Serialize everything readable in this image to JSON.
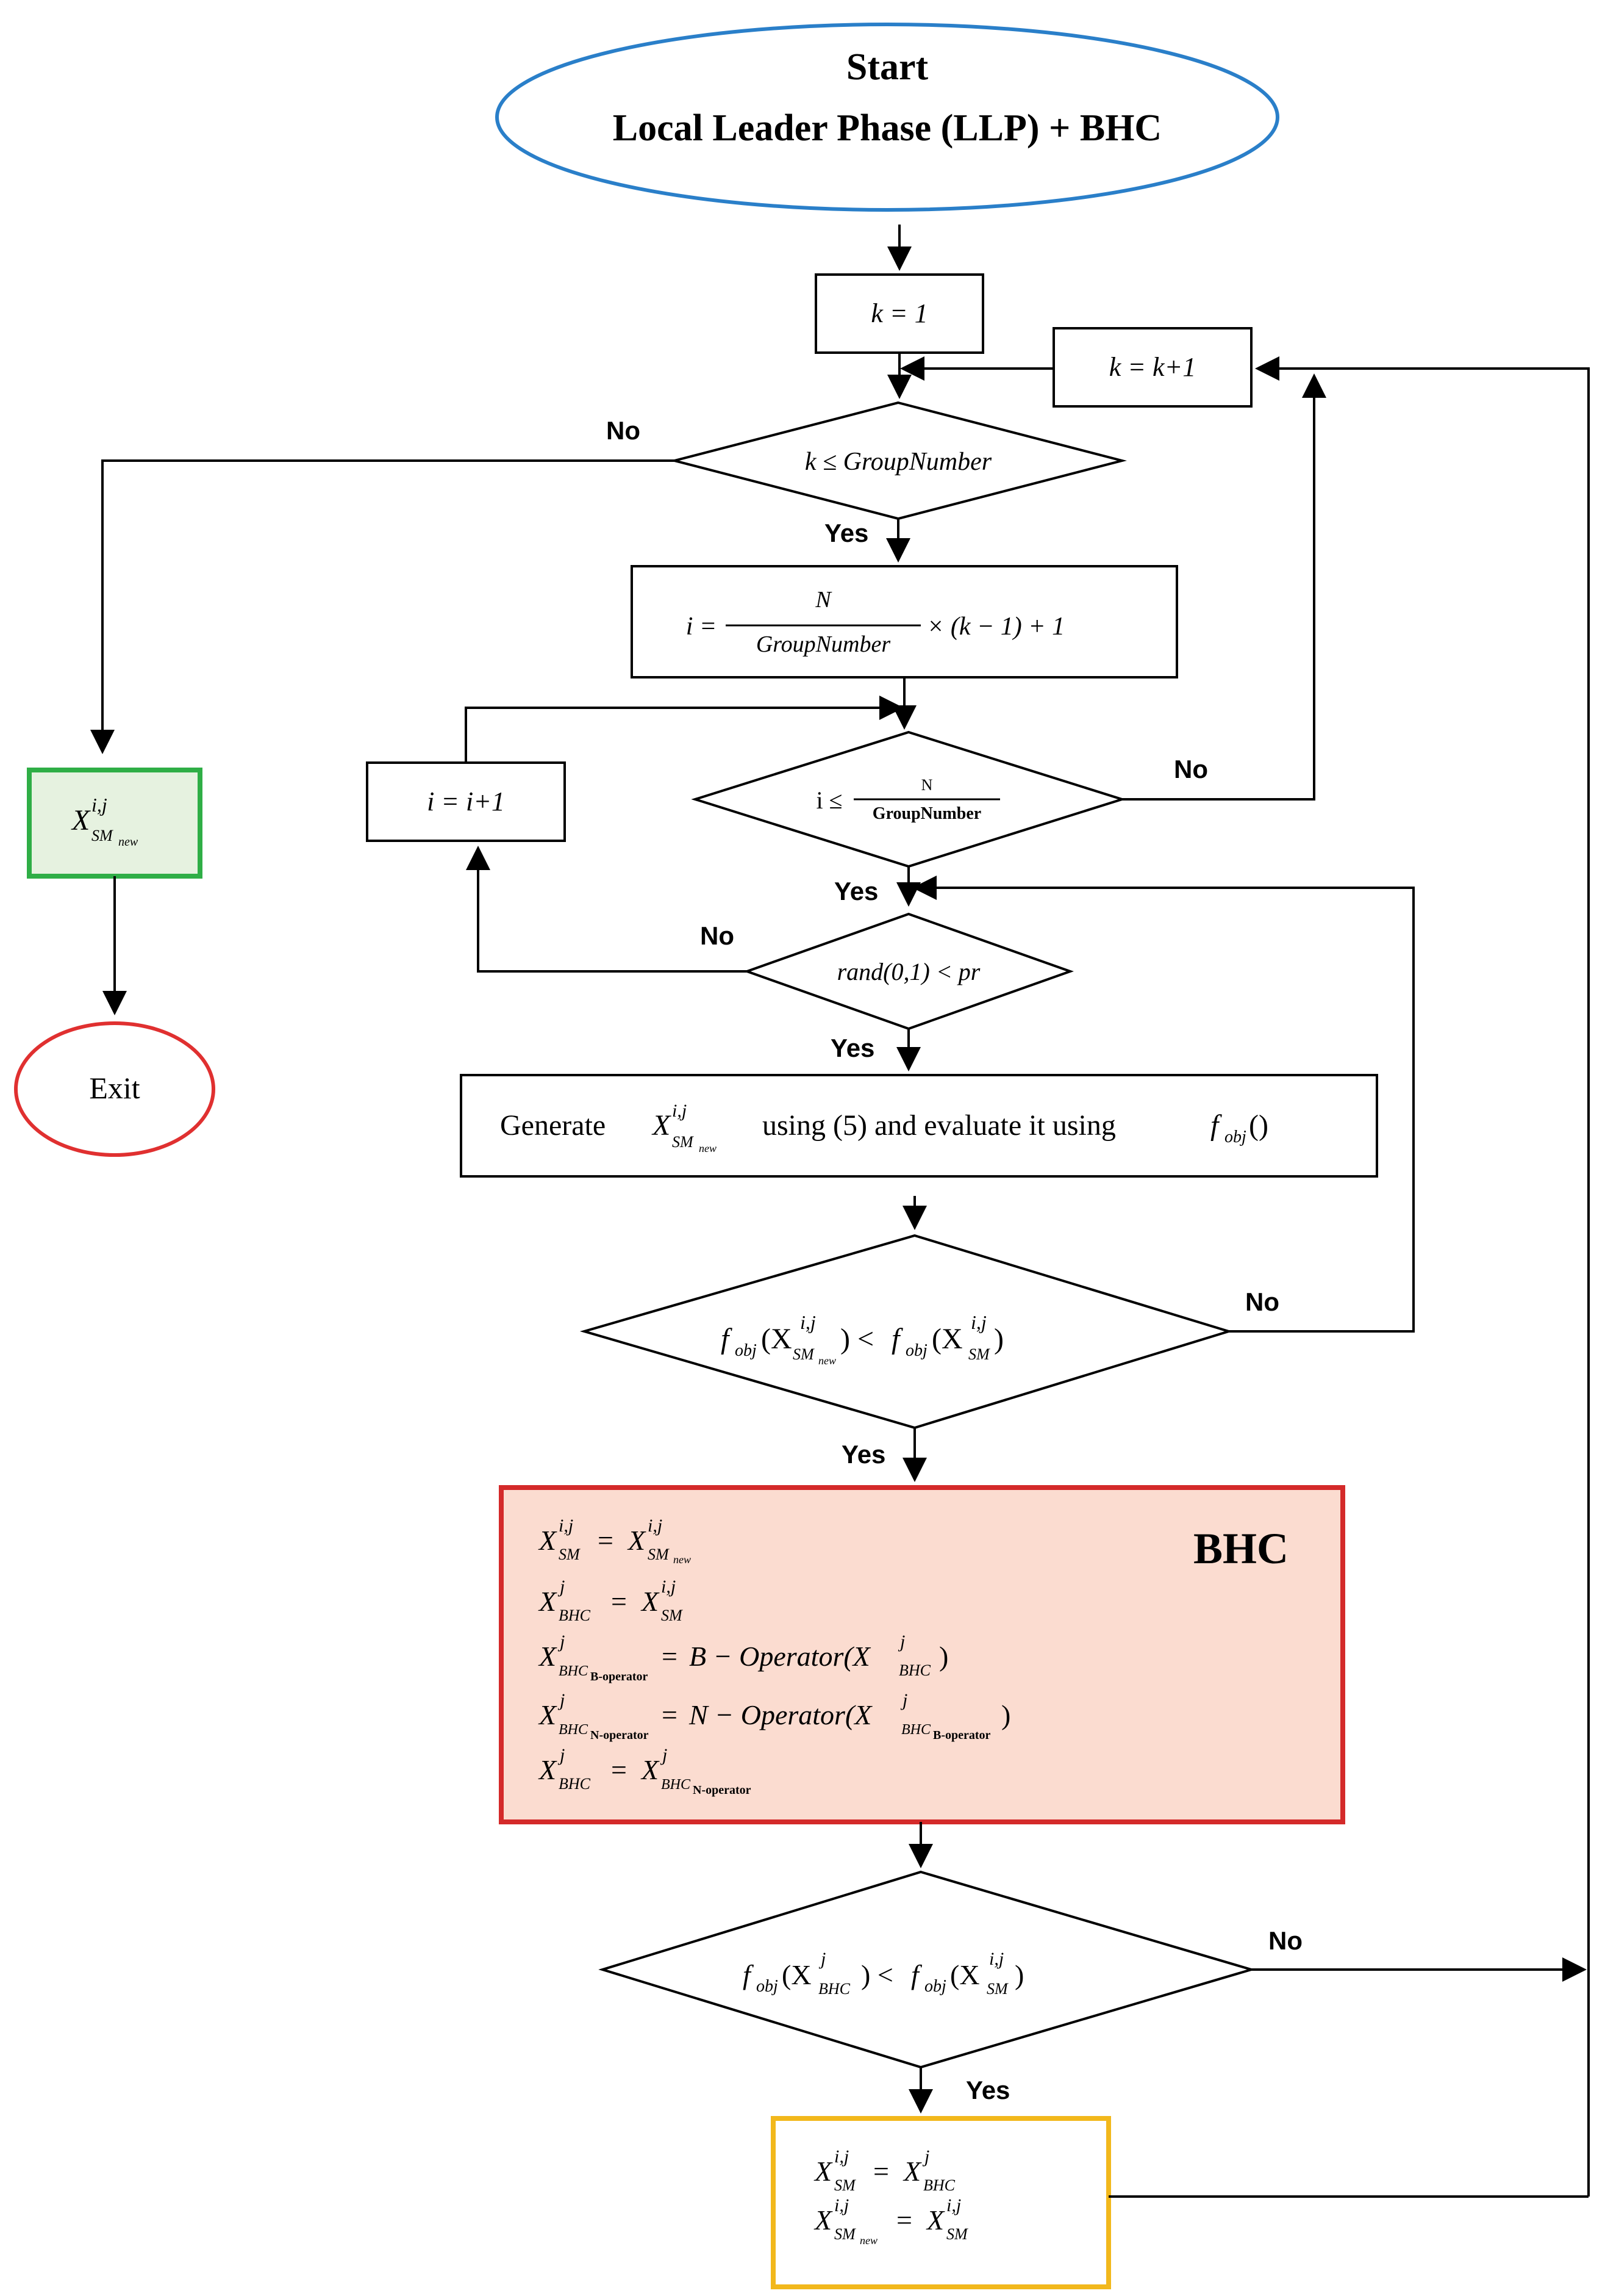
{
  "start": {
    "line1": "Start",
    "line2": "Local Leader Phase (LLP) + BHC"
  },
  "k_init": "k = 1",
  "k_increment": "k = k+1",
  "k_condition": "k ≤ GroupNumber",
  "i_init": {
    "lhs": "i =",
    "numerator": "N",
    "denominator": "GroupNumber",
    "rhs": "× (k − 1) + 1"
  },
  "i_increment": "i = i+1",
  "i_condition": {
    "lhs": "i ≤",
    "numerator": "N",
    "denominator": "GroupNumber"
  },
  "rand_condition": "rand(0,1) < pr",
  "generate": {
    "prefix": "Generate",
    "middle": "using (5) and evaluate it using",
    "fn": "f",
    "fn_sub": "obj",
    "parens": "()"
  },
  "compare1": "f_obj(X_SMnew^i,j) < f_obj(X_SM^i,j)",
  "bhc_box": {
    "title": "BHC",
    "lines": [
      "X_SM^i,j = X_SMnew^i,j",
      "X_BHC^j = X_SM^i,j",
      "X_BHC_B-operator^j = B − Operator(X_BHC^j)",
      "X_BHC_N-operator^j = N − Operator(X_BHC_B-operator^j)",
      "X_BHC^j = X_BHC_N-operator^j"
    ]
  },
  "compare2": "f_obj(X_BHC^j) < f_obj(X_SM^i,j)",
  "update_box": {
    "lines": [
      "X_SM^i,j = X_BHC^j",
      "X_SMnew^i,j = X_SM^i,j"
    ]
  },
  "result_box": "X_SMnew^i,j",
  "exit": "Exit",
  "labels": {
    "yes": "Yes",
    "no": "No"
  },
  "colors": {
    "start_ellipse": "#2a7fc9",
    "exit_ellipse": "#e03030",
    "result_border": "#2fae46",
    "result_fill": "#e6f2e0",
    "bhc_border": "#d42a2a",
    "bhc_fill": "#fbdcd0",
    "update_border": "#f2b81c"
  }
}
